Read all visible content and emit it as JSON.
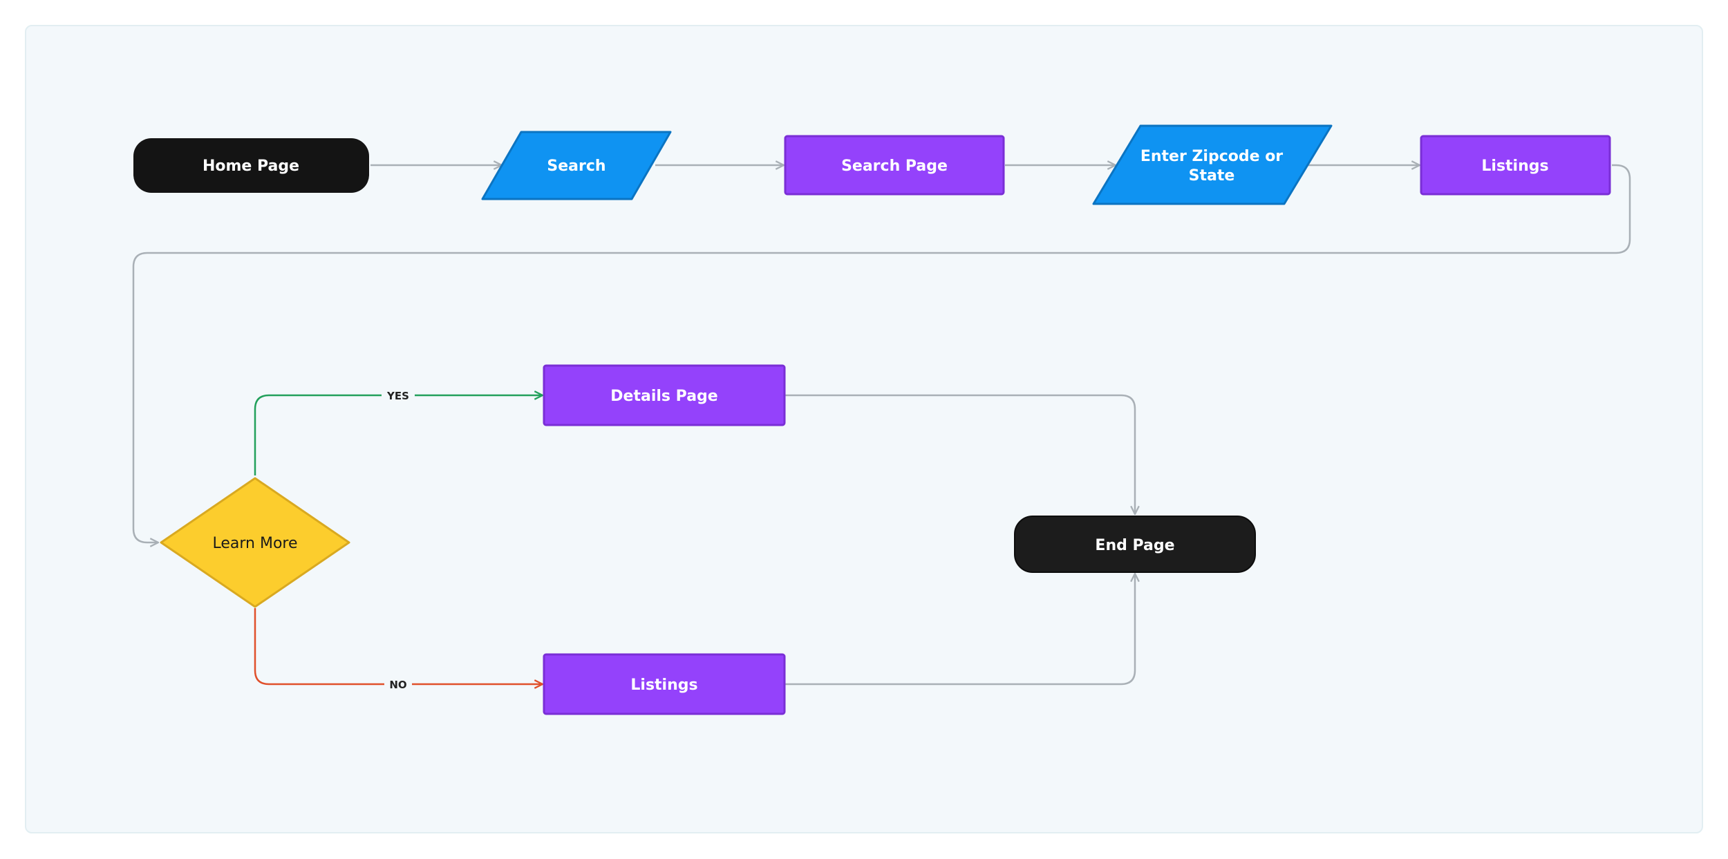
{
  "colors": {
    "terminal": "#141414",
    "io": "#0f93f2",
    "io_border": "#0b74c2",
    "process": "#9442fb",
    "process_border": "#7a2fd6",
    "decision": "#fccd2d",
    "decision_border": "#d9a920",
    "connector": "#a9b0b6",
    "yes": "#22a05b",
    "no": "#e0502b",
    "canvas": "#f3f8fb"
  },
  "nodes": {
    "home": {
      "label": "Home Page",
      "shape": "terminal"
    },
    "search": {
      "label": "Search",
      "shape": "parallelogram"
    },
    "search_page": {
      "label": "Search Page",
      "shape": "process"
    },
    "zipcode": {
      "label_line1": "Enter Zipcode or",
      "label_line2": "State",
      "shape": "parallelogram"
    },
    "listings_top": {
      "label": "Listings",
      "shape": "process"
    },
    "learn_more": {
      "label": "Learn More",
      "shape": "decision"
    },
    "details": {
      "label": "Details Page",
      "shape": "process"
    },
    "listings_bottom": {
      "label": "Listings",
      "shape": "process"
    },
    "end": {
      "label": "End Page",
      "shape": "terminal"
    }
  },
  "edges": {
    "yes_label": "YES",
    "no_label": "NO"
  }
}
